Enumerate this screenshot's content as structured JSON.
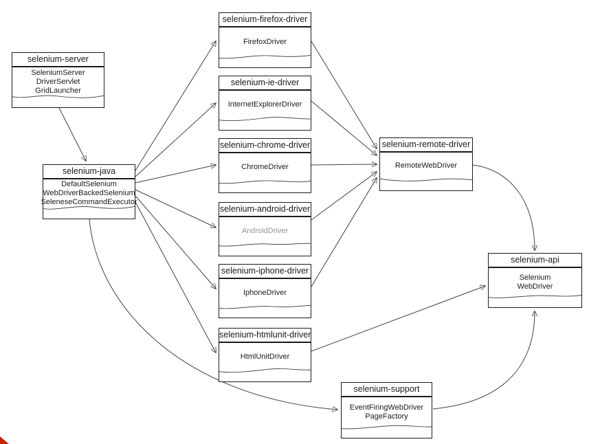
{
  "diagram": {
    "kind": "package-dependency-diagram",
    "subject": "selenium modules",
    "nodes": [
      {
        "id": "selenium-server",
        "title": "selenium-server",
        "classes": [
          "SeleniumServer",
          "DriverServlet",
          "GridLauncher"
        ]
      },
      {
        "id": "selenium-java",
        "title": "selenium-java",
        "classes": [
          "DefaultSelenium",
          "WebDriverBackedSelenium",
          "SeleneseCommandExecutor"
        ]
      },
      {
        "id": "selenium-firefox-driver",
        "title": "selenium-firefox-driver",
        "classes": [
          "FirefoxDriver"
        ]
      },
      {
        "id": "selenium-ie-driver",
        "title": "selenium-ie-driver",
        "classes": [
          "InternetExplorerDriver"
        ]
      },
      {
        "id": "selenium-chrome-driver",
        "title": "selenium-chrome-driver",
        "classes": [
          "ChromeDriver"
        ]
      },
      {
        "id": "selenium-android-driver",
        "title": "selenium-android-driver",
        "classes": [
          "AndroidDriver"
        ],
        "muted": true
      },
      {
        "id": "selenium-iphone-driver",
        "title": "selenium-iphone-driver",
        "classes": [
          "IphoneDriver"
        ]
      },
      {
        "id": "selenium-htmlunit-driver",
        "title": "selenium-htmlunit-driver",
        "classes": [
          "HtmlUnitDriver"
        ]
      },
      {
        "id": "selenium-remote-driver",
        "title": "selenium-remote-driver",
        "classes": [
          "RemoteWebDriver"
        ]
      },
      {
        "id": "selenium-api",
        "title": "selenium-api",
        "classes": [
          "Selenium",
          "WebDriver"
        ]
      },
      {
        "id": "selenium-support",
        "title": "selenium-support",
        "classes": [
          "EventFiringWebDriver",
          "PageFactory"
        ]
      }
    ],
    "edges": [
      {
        "from": "selenium-server",
        "to": "selenium-java"
      },
      {
        "from": "selenium-java",
        "to": "selenium-firefox-driver"
      },
      {
        "from": "selenium-java",
        "to": "selenium-ie-driver"
      },
      {
        "from": "selenium-java",
        "to": "selenium-chrome-driver"
      },
      {
        "from": "selenium-java",
        "to": "selenium-android-driver"
      },
      {
        "from": "selenium-java",
        "to": "selenium-iphone-driver"
      },
      {
        "from": "selenium-java",
        "to": "selenium-htmlunit-driver"
      },
      {
        "from": "selenium-java",
        "to": "selenium-support"
      },
      {
        "from": "selenium-firefox-driver",
        "to": "selenium-remote-driver"
      },
      {
        "from": "selenium-ie-driver",
        "to": "selenium-remote-driver"
      },
      {
        "from": "selenium-chrome-driver",
        "to": "selenium-remote-driver"
      },
      {
        "from": "selenium-android-driver",
        "to": "selenium-remote-driver"
      },
      {
        "from": "selenium-iphone-driver",
        "to": "selenium-remote-driver"
      },
      {
        "from": "selenium-remote-driver",
        "to": "selenium-api"
      },
      {
        "from": "selenium-htmlunit-driver",
        "to": "selenium-api"
      },
      {
        "from": "selenium-support",
        "to": "selenium-api"
      }
    ],
    "colors": {
      "background": "#ffffff",
      "box_border": "#1a1a1a",
      "text": "#1a1a1a",
      "muted_text": "#949494",
      "edge": "#404040",
      "corner_mark": "#cc2200"
    }
  }
}
